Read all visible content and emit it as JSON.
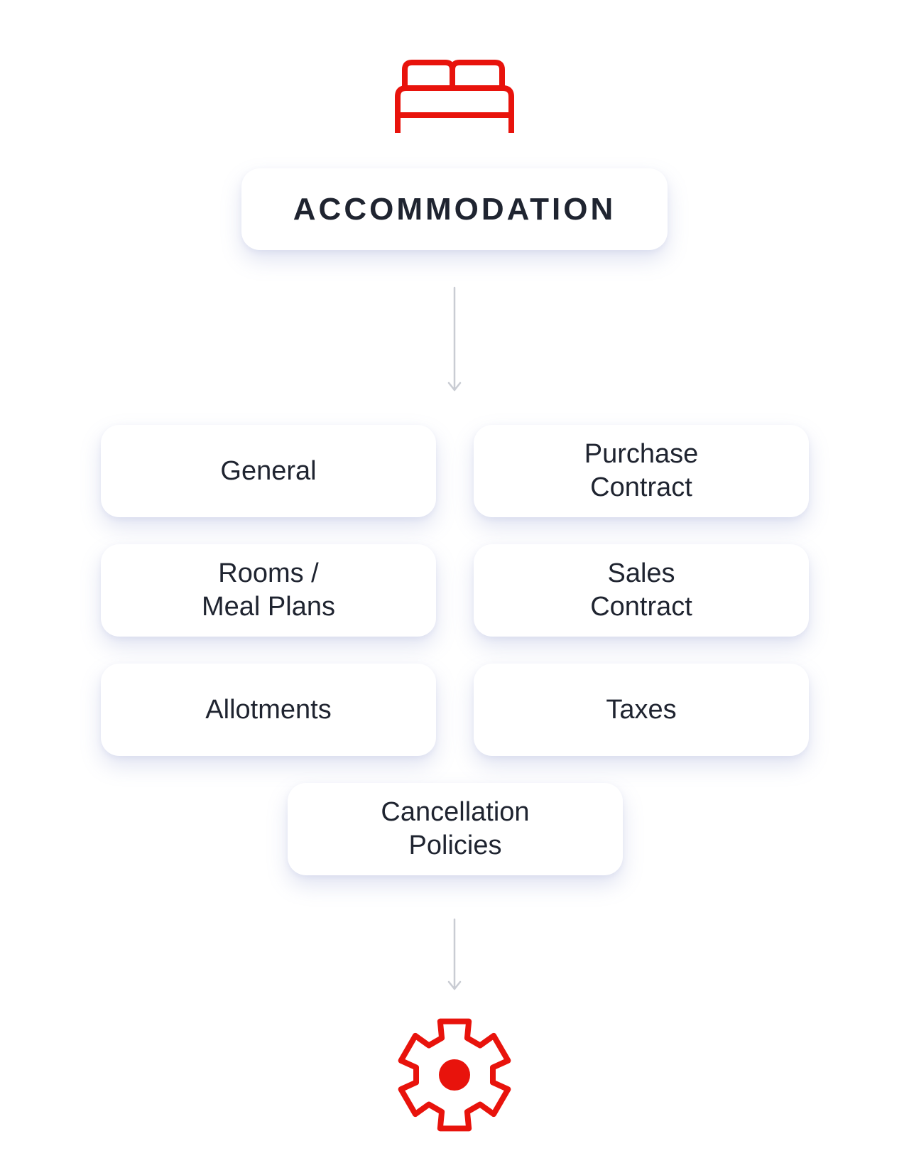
{
  "header": {
    "icon": "bed-icon",
    "title": "ACCOMMODATION"
  },
  "items": [
    {
      "label": "General"
    },
    {
      "label": "Purchase\nContract"
    },
    {
      "label": "Rooms /\nMeal Plans"
    },
    {
      "label": "Sales\nContract"
    },
    {
      "label": "Allotments"
    },
    {
      "label": "Taxes"
    },
    {
      "label": "Cancellation\nPolicies"
    }
  ],
  "footer": {
    "icon": "gear-icon"
  },
  "colors": {
    "accent": "#e8130c",
    "connector": "#c9ccd3",
    "text": "#1f2430",
    "background": "#ffffff"
  }
}
